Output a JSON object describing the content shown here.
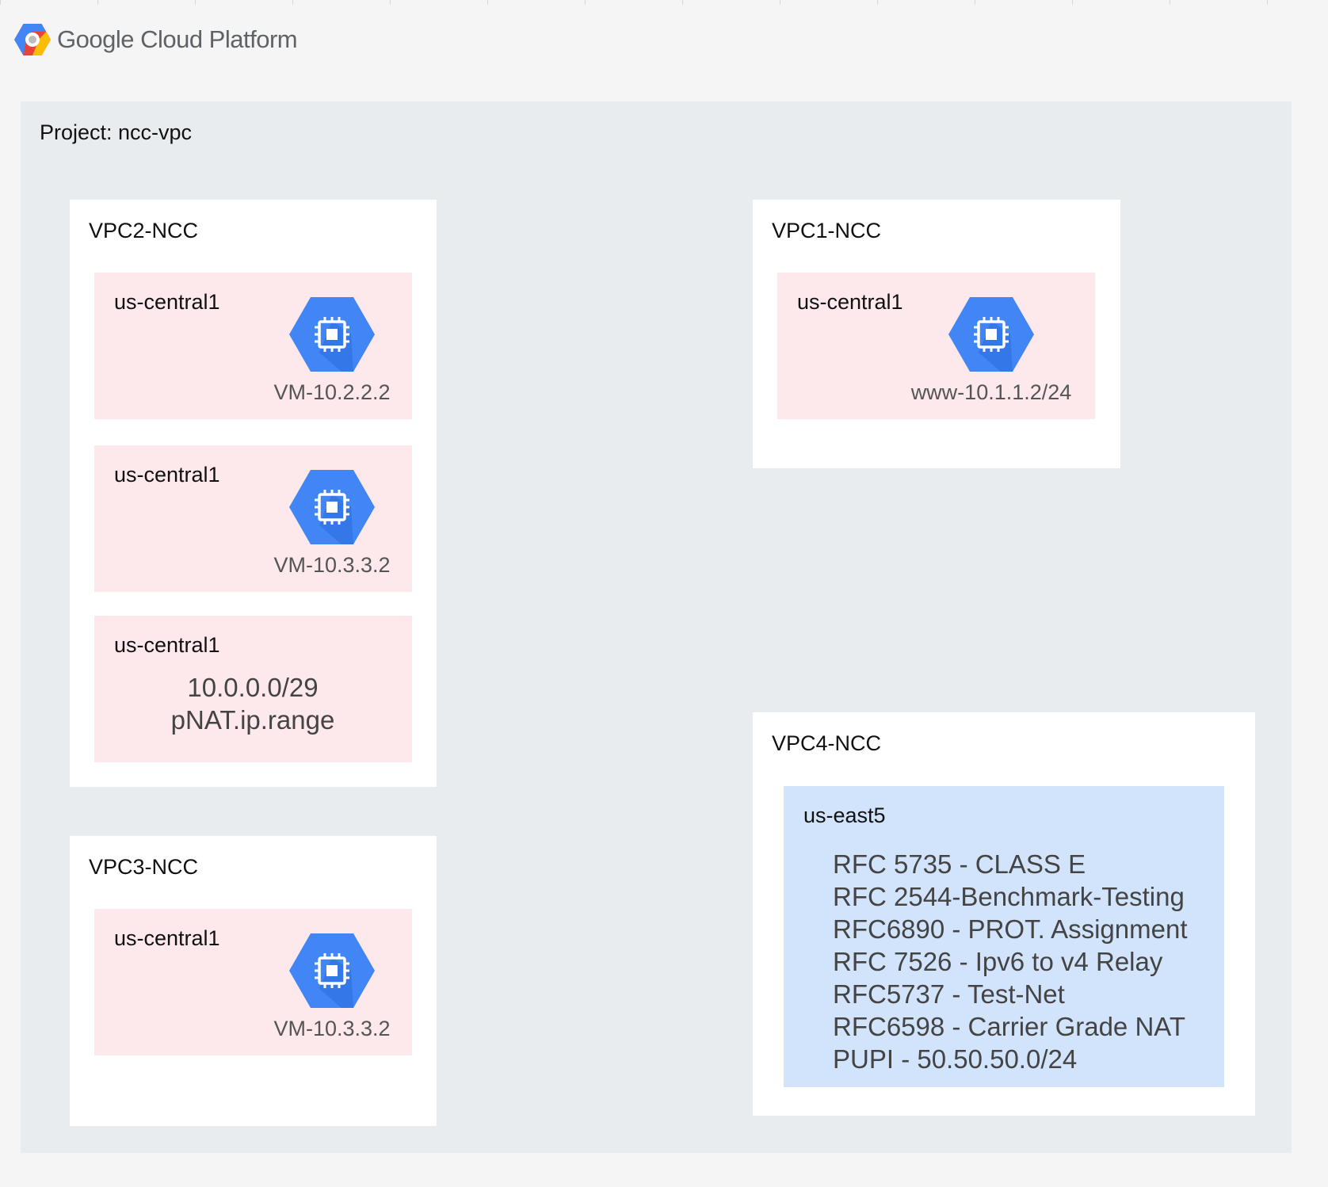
{
  "brand": {
    "text": "Google Cloud Platform",
    "logo_icon": "gcp-hexagon-logo-icon"
  },
  "project": {
    "label": "Project: ncc-vpc"
  },
  "vpcs": {
    "vpc2": {
      "label": "VPC2-NCC",
      "subnets": [
        {
          "region": "us-central1",
          "vm_label": "VM-10.2.2.2",
          "icon": "compute-engine-icon"
        },
        {
          "region": "us-central1",
          "vm_label": "VM-10.3.3.2",
          "icon": "compute-engine-icon"
        },
        {
          "region": "us-central1",
          "range_lines": [
            "10.0.0.0/29",
            "pNAT.ip.range"
          ]
        }
      ]
    },
    "vpc3": {
      "label": "VPC3-NCC",
      "subnets": [
        {
          "region": "us-central1",
          "vm_label": "VM-10.3.3.2",
          "icon": "compute-engine-icon"
        }
      ]
    },
    "vpc1": {
      "label": "VPC1-NCC",
      "subnets": [
        {
          "region": "us-central1",
          "vm_label": "www-10.1.1.2/24",
          "icon": "compute-engine-icon"
        }
      ]
    },
    "vpc4": {
      "label": "VPC4-NCC",
      "subnets": [
        {
          "region": "us-east5",
          "ranges": [
            "RFC 5735 - CLASS E",
            "RFC 2544-Benchmark-Testing",
            "RFC6890 - PROT. Assignment",
            "RFC 7526 - Ipv6 to v4 Relay",
            "RFC5737 - Test-Net",
            "RFC6598 - Carrier Grade NAT",
            "PUPI - 50.50.50.0/24"
          ]
        }
      ]
    }
  },
  "colors": {
    "page_bg": "#f5f5f5",
    "project_bg": "#e9ecef",
    "vpc_bg": "#ffffff",
    "subnet_pink": "#fde8eb",
    "subnet_blue": "#d2e3fc",
    "vm_icon_blue": "#4285f4"
  }
}
